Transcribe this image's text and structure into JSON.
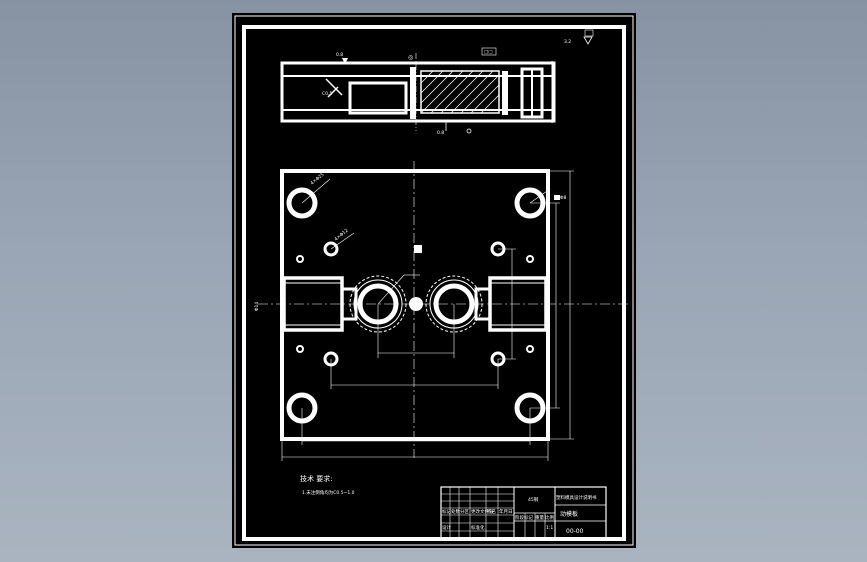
{
  "drawing": {
    "tech_heading": "技术 要求:",
    "tech_note": "1.未注倒角均为C0.5~1.0",
    "title_material": "45钢",
    "title_name_line1": "塑料模具设计说明书",
    "title_name_line2": "动模板",
    "title_code": "00-00",
    "roughness_main": "3.2",
    "roughness_top": "0.8",
    "symbol_circle": "◎",
    "symbol_box": "□□",
    "dim_depth": "0.8",
    "dim_chamfer": "C0.5",
    "dim_hole": "4×Φ25",
    "dim_hole_small": "4×Φ12",
    "dim_side_left": "Φ14",
    "dim_side_right": "Φ8",
    "grid_small_labels": [
      "标记",
      "处数",
      "分区",
      "更改文件号",
      "签名",
      "年月日"
    ],
    "grid_small_labels2": [
      "设计",
      "标准化",
      "阶段标记",
      "重量",
      "比例"
    ],
    "grid_scale": "1:1"
  },
  "colors": {
    "background": "#95a1b0",
    "sheet": "#000000",
    "ink": "#ffffff"
  }
}
